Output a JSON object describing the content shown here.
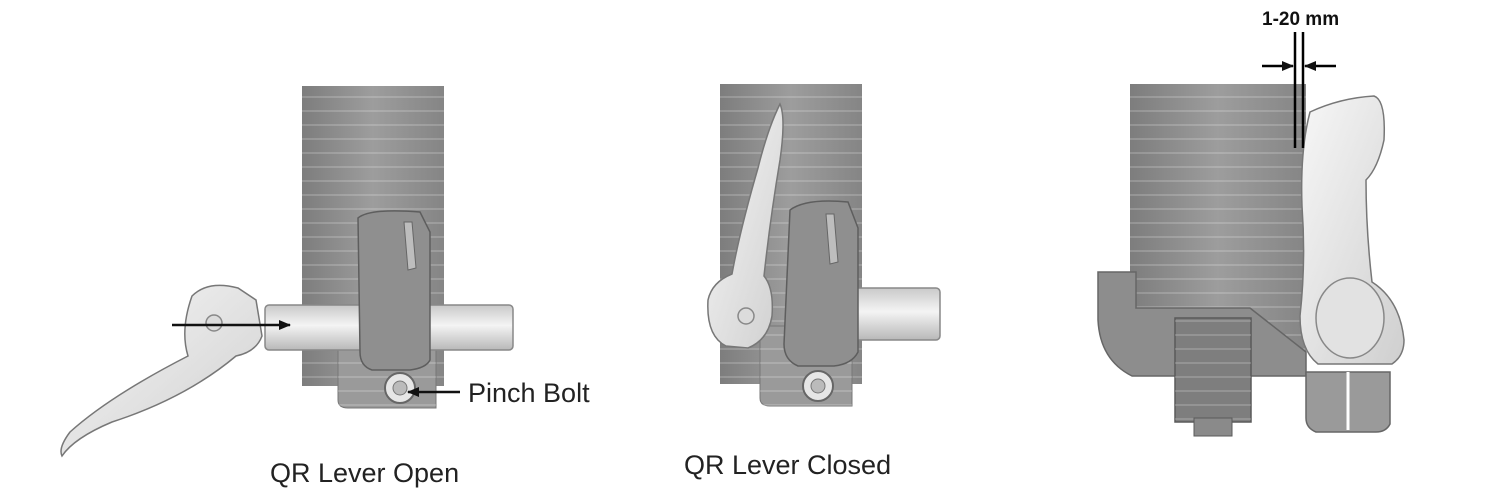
{
  "panels": [
    {
      "caption": "QR Lever Open"
    },
    {
      "caption": "QR Lever Closed"
    },
    {
      "caption": ""
    }
  ],
  "callouts": {
    "pinch_bolt": "Pinch Bolt"
  },
  "dimension": {
    "label": "1-20 mm"
  },
  "colors": {
    "tube": "#8e8e8e",
    "dropout": "#9a9a9a",
    "lever": "#ececec",
    "outline": "#555555",
    "arrow": "#111111"
  }
}
